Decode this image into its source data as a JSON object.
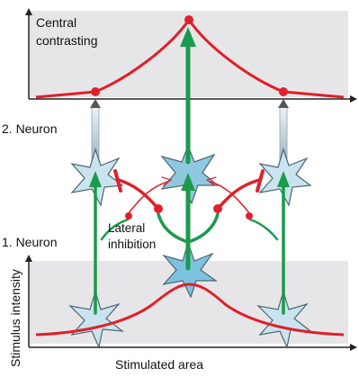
{
  "labels": {
    "central_line1": "Central",
    "central_line2": "contrasting",
    "neuron2": "2. Neuron",
    "neuron1": "1. Neuron",
    "lateral_line1": "Lateral",
    "lateral_line2": "inhibition",
    "y_axis": "Stimulus intensity",
    "x_axis": "Stimulated area"
  },
  "colors": {
    "panel_gray": "#e6e6e8",
    "response_red": "#e0202a",
    "excite_green": "#1a9a4a",
    "neuron_fill": "#c9e4ef",
    "neuron_center_fill": "#7cc3e0",
    "neuron_stroke": "#4f6470",
    "axis": "#222222"
  }
}
